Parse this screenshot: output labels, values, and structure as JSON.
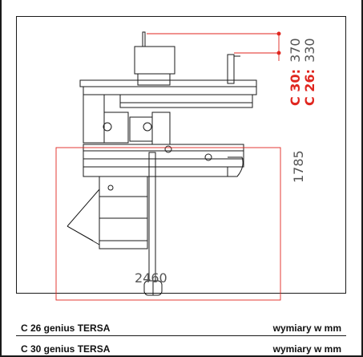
{
  "dimensions": {
    "width_label": "2460",
    "depth_label": "1785",
    "height_c30_model": "C 30:",
    "height_c30_value": "370",
    "height_c26_model": "C 26:",
    "height_c26_value": "330"
  },
  "specs": [
    {
      "name": "C 26 genius TERSA",
      "unit": "wymiary w mm"
    },
    {
      "name": "C 30 genius TERSA",
      "unit": "wymiary w mm"
    }
  ],
  "colors": {
    "accent_red": "#e0261f",
    "line_gray": "#555555"
  }
}
